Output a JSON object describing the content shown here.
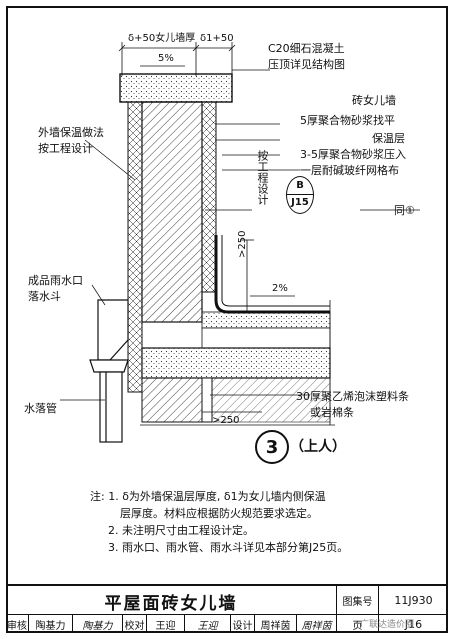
{
  "dims": {
    "top_left": "δ+50女儿墙厚",
    "top_right": "δ1+50",
    "slope_top": "5%",
    "gt250_vertical": ">250",
    "slope_roof": "2%",
    "gt250_bottom": ">250"
  },
  "labels": {
    "coping": "C20细石混凝土",
    "coping2": "压顶详见结构图",
    "brick_wall": "砖女儿墙",
    "mortar5": "5厚聚合物砂浆找平",
    "insulation": "保温层",
    "mortar35": "3-5厚聚合物砂浆压入",
    "mesh": "一层耐碱玻纤网格布",
    "ext_insul": "外墙保温做法",
    "ext_insul2": "按工程设计",
    "by_design": "按工程设计",
    "same_as": "同①",
    "drain_head": "成品雨水口",
    "drain_head2": "落水斗",
    "downpipe": "水落管",
    "foam_strip": "30厚聚乙烯泡沫塑料条",
    "foam_strip2": "或岩棉条"
  },
  "ref": {
    "letter": "B",
    "sheet": "J15"
  },
  "detail": {
    "number": "3",
    "text": "（上人）"
  },
  "notes": [
    "注: 1. δ为外墙保温层厚度, δ1为女儿墙内侧保温",
    "层厚度。材料应根据防火规范要求选定。",
    "2. 未注明尺寸由工程设计定。",
    "3. 雨水口、雨水管、雨水斗详见本部分第J25页。"
  ],
  "title_block": {
    "title": "平屋面砖女儿墙",
    "atlas_label": "图集号",
    "atlas_no": "11J930",
    "page_label": "页",
    "page_no": "J16",
    "review_label": "审核",
    "reviewer": "陶基力",
    "review_sign": "陶基力",
    "check_label": "校对",
    "checker": "王迎",
    "check_sign": "王迎",
    "design_label": "设计",
    "designer": "周祥茵",
    "design_sign": "周祥茵"
  },
  "watermark": "广联达造价圈"
}
